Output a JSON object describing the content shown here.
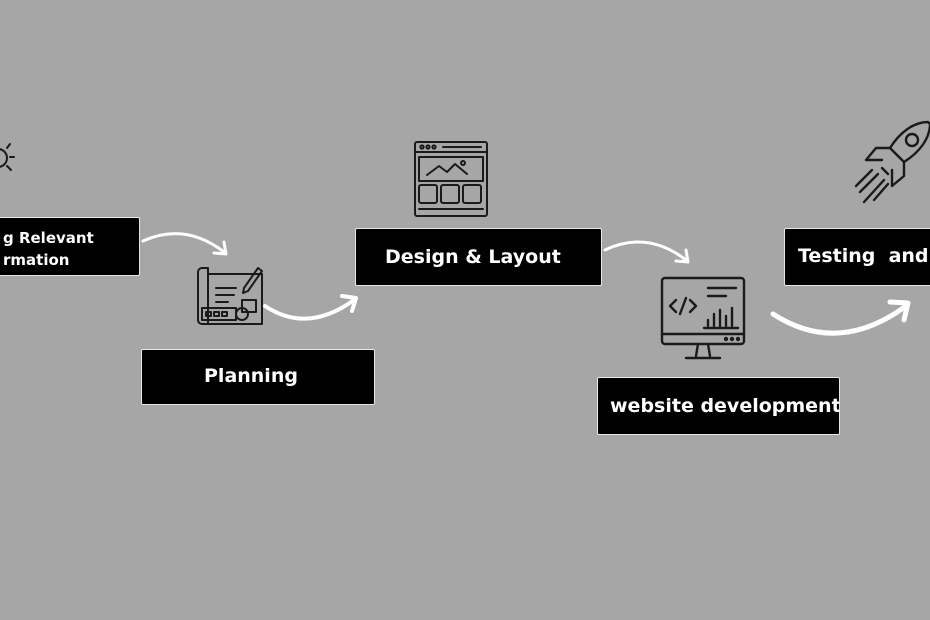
{
  "steps": [
    {
      "label_line1": "g Relevant",
      "label_line2": "rmation"
    },
    {
      "label": "Planning"
    },
    {
      "label": "Design & Layout"
    },
    {
      "label": "website development"
    },
    {
      "label": "Testing  and L"
    }
  ],
  "icons": {
    "step1": "lightbulb-icon",
    "step2": "blueprint-pencil-icon",
    "step3": "web-layout-icon",
    "step4": "monitor-code-icon",
    "step5": "rocket-icon"
  },
  "colors": {
    "background": "#a6a6a6",
    "box_fill": "#000000",
    "box_text": "#ffffff",
    "arrow": "#ffffff",
    "icon_stroke": "#1a1a1a"
  }
}
